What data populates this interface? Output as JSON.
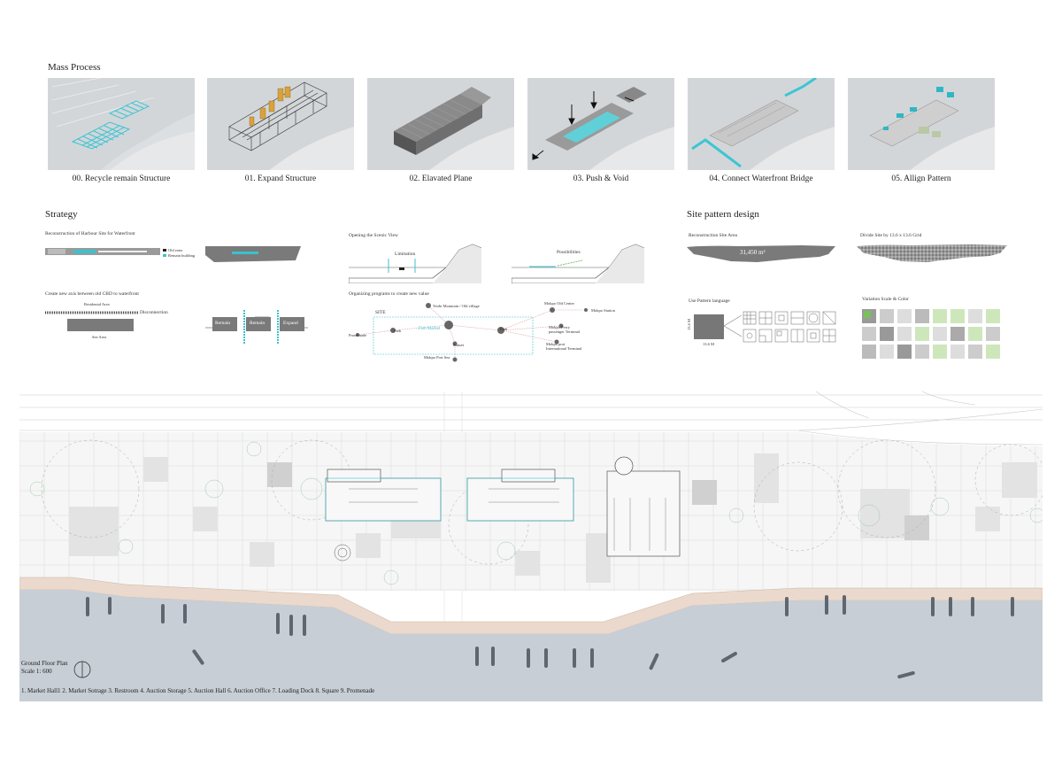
{
  "sections": {
    "mass_process": "Mass Process",
    "strategy": "Strategy",
    "site_pattern": "Site pattern design"
  },
  "mass_steps": [
    {
      "label": "00. Recycle remain Structure"
    },
    {
      "label": "01. Expand Structure"
    },
    {
      "label": "02. Elavated Plane"
    },
    {
      "label": "03. Push & Void"
    },
    {
      "label": "04. Connect Waterfront Bridge"
    },
    {
      "label": "05. Allign Pattern"
    }
  ],
  "strategy": {
    "reconstruction_title": "Reconstruction of Harbour Site for Waterfront",
    "legend_old": "Old zone",
    "legend_remain": "Remain building",
    "axis_title": "Create new axis between old CBD to waterfront",
    "residential": "Residental Area",
    "disconnection": "Disconnection",
    "sea_area": "Sea Area",
    "remain1": "Remain",
    "remain2": "Remain",
    "expand": "Expand",
    "scenic_title": "Opening the Scenic View",
    "limitation": "Limitation",
    "possibilities": "Possibilities",
    "programs_title": "Organizing programs to create new value",
    "site": "SITE",
    "nodes": {
      "yeobi": "Yeobi Mountain / Old village",
      "mokpo_old_center": "Mokpo Old Center",
      "mokpo_station": "Mokpo Station",
      "park_left": "Park",
      "fish_market": "Fish Market",
      "park_right": "Park",
      "promenade": "Promenade",
      "sunset": "Sunset",
      "mokpo_ferry": "Mokpo Ferry passenger Terminal",
      "mokpo_port_intl": "Mokpo port International Terminal",
      "mokpo_port_sea": "Mokpo Port Sea"
    }
  },
  "site_pattern": {
    "reconstruction_area_title": "Reconstruction Site Area",
    "area_value": "31,450 m²",
    "grid_title": "Divide Site by 13.6 x 13.6 Grid",
    "pattern_title": "Use Pattern language",
    "dim_v": "13.6 M",
    "dim_h": "13.6 M",
    "variation_title": "Variation Scale & Color"
  },
  "plan": {
    "title": "Ground Floor Plan",
    "scale": "Scale 1: 600",
    "legend": "1. Market Hall1 2. Market Sotrage 3. Restroom  4. Auction Storage 5. Auction Hall 6. Auction Office 7. Loading Dock 8. Square 9. Promenade"
  },
  "colors": {
    "accent_cyan": "#39c3cf",
    "gray_mass": "#7a7a7a",
    "water": "#c5cbd3",
    "boardwalk": "#e8d9cf",
    "green": "#b9e3a6"
  }
}
